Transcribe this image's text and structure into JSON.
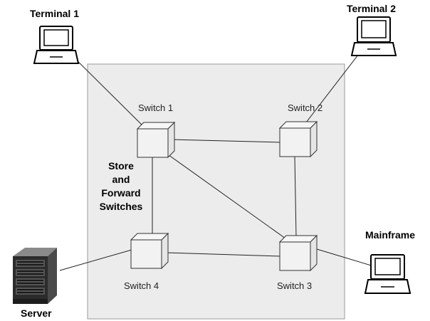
{
  "network": {
    "region_label": {
      "line1": "Store",
      "line2": "and",
      "line3": "Forward",
      "line4": "Switches"
    },
    "switches": [
      {
        "label": "Switch 1"
      },
      {
        "label": "Switch 2"
      },
      {
        "label": "Switch 3"
      },
      {
        "label": "Switch 4"
      }
    ],
    "terminals": [
      {
        "label": "Terminal 1"
      },
      {
        "label": "Terminal 2"
      }
    ],
    "mainframe": {
      "label": "Mainframe"
    },
    "server": {
      "label": "Server"
    }
  },
  "colors": {
    "region_fill": "#ececec",
    "region_stroke": "#9a9a9a",
    "line": "#222222",
    "switch_fill": "#f2f2f2",
    "switch_stroke": "#333333"
  }
}
